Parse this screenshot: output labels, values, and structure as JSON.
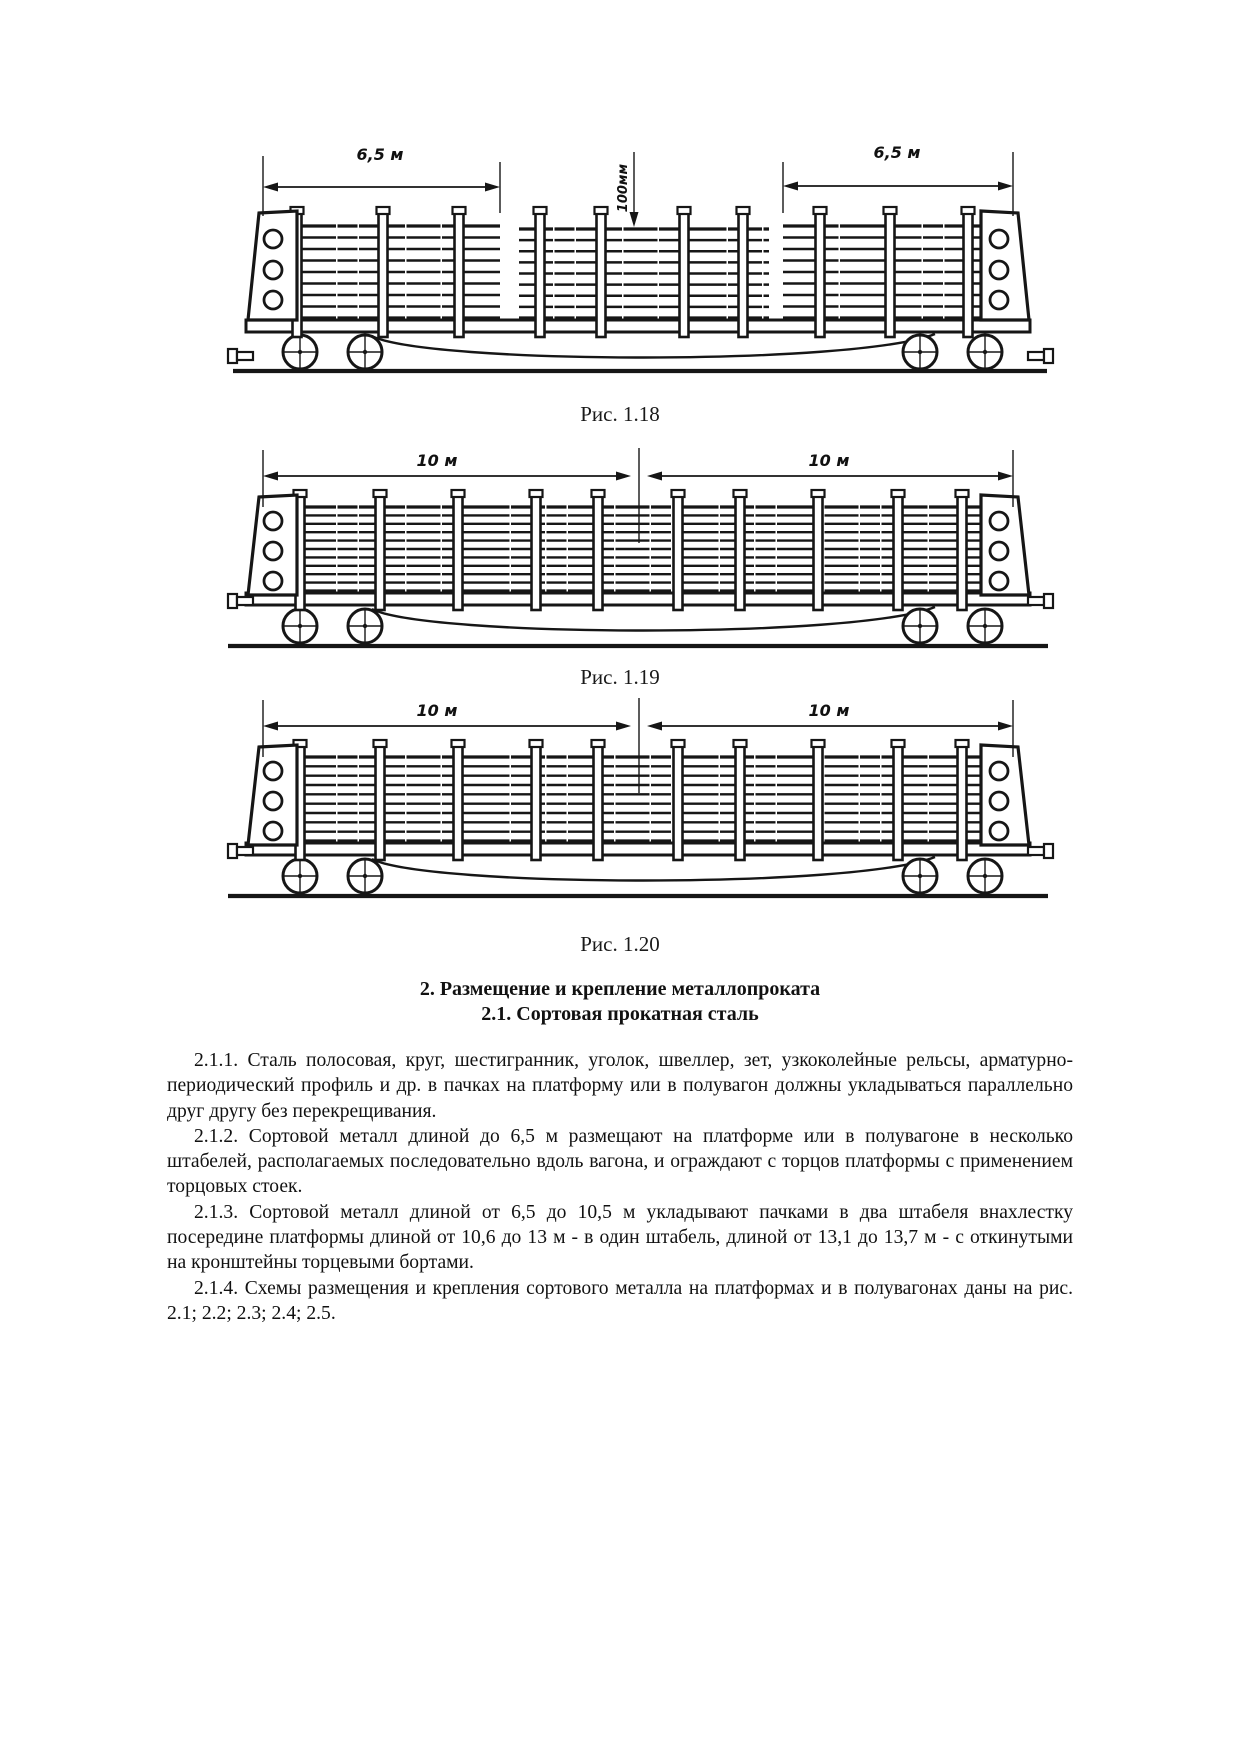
{
  "page": {
    "background_color": "#ffffff",
    "ink_color": "#161616"
  },
  "figures": [
    {
      "caption": "Рис. 1.18",
      "dim_labels": {
        "left": "6,5 м",
        "right": "6,5 м",
        "center_vertical": "100мм"
      }
    },
    {
      "caption": "Рис. 1.19",
      "dim_labels": {
        "left": "10 м",
        "right": "10 м"
      }
    },
    {
      "caption": "Рис. 1.20",
      "dim_labels": {
        "left": "10 м",
        "right": "10 м"
      }
    }
  ],
  "section": {
    "heading": "2. Размещение и крепление металлопроката",
    "subheading": "2.1. Сортовая прокатная сталь",
    "paragraphs": [
      "2.1.1. Сталь полосовая, круг, шестигранник, уголок, швеллер, зет, узкоколейные рельсы, арматурно-периодический профиль и др. в пачках на платформу или в полувагон должны укладываться параллельно друг другу без перекрещивания.",
      "2.1.2. Сортовой металл длиной до 6,5 м размещают на платформе или в полувагоне в несколько штабелей, располагаемых последовательно вдоль вагона, и ограждают с торцов платформы с применением торцовых стоек.",
      "2.1.3. Сортовой металл длиной от 6,5 до 10,5 м укладывают пачками в два штабеля внахлестку посередине платформы длиной от 10,6 до 13 м - в один штабель, длиной от 13,1 до 13,7 м - с откинутыми на кронштейны торцевыми бортами.",
      "2.1.4. Схемы размещения и крепления сортового металла на платформах и в полувагонах даны на рис. 2.1; 2.2; 2.3; 2.4; 2.5."
    ]
  }
}
